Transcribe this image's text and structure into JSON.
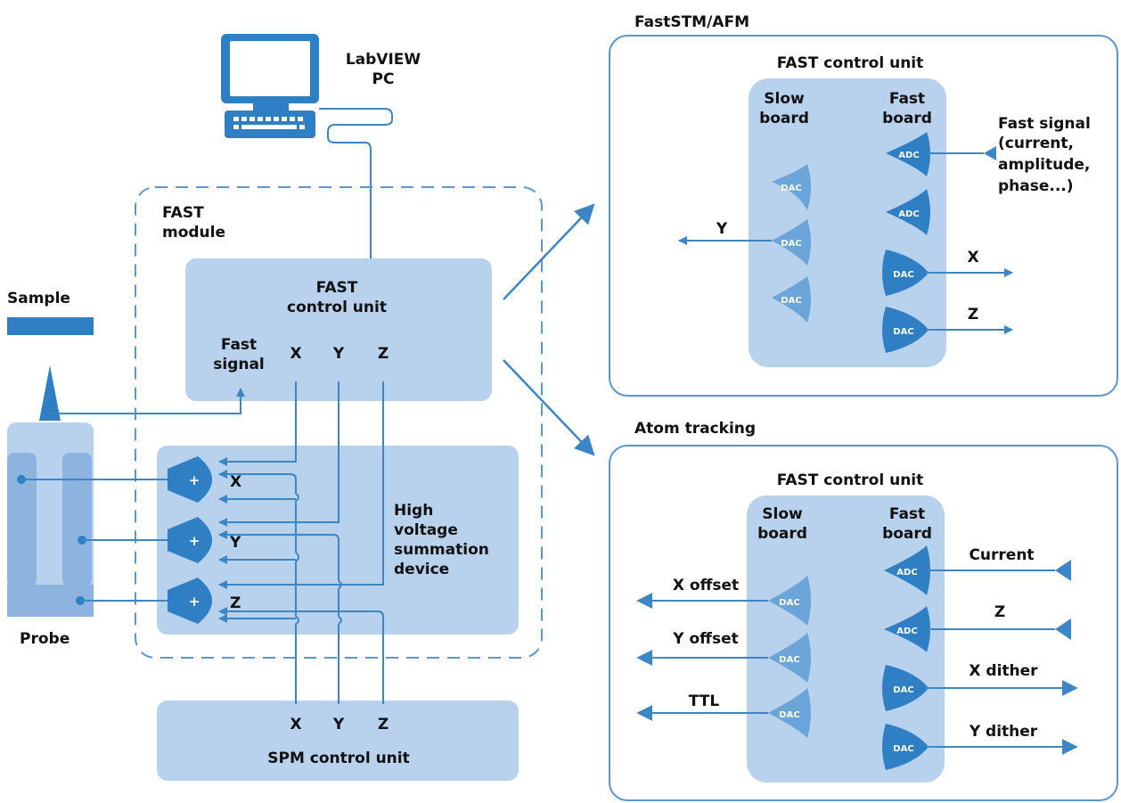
{
  "colors": {
    "light_box": "#b8d1ec",
    "mid_box": "#8cb4df",
    "accent": "#2f7fc4",
    "line": "#3d86c6",
    "dac_faint": "#6aa4d8"
  },
  "pc": {
    "label_line1": "LabVIEW",
    "label_line2": "PC",
    "icon": "computer-icon"
  },
  "fast_module": {
    "label_line1": "FAST",
    "label_line2": "module"
  },
  "sample": {
    "label": "Sample"
  },
  "probe": {
    "label": "Probe"
  },
  "control_unit": {
    "title_line1": "FAST",
    "title_line2": "control unit",
    "fast_signal_line1": "Fast",
    "fast_signal_line2": "signal",
    "x": "X",
    "y": "Y",
    "z": "Z"
  },
  "hv_device": {
    "line1": "High",
    "line2": "voltage",
    "line3": "summation",
    "line4": "device",
    "amp_symbol": "+",
    "x": "X",
    "y": "Y",
    "z": "Z"
  },
  "spm": {
    "title": "SPM control unit",
    "x": "X",
    "y": "Y",
    "z": "Z"
  },
  "faststm": {
    "panel_title": "FastSTM/AFM",
    "unit_title": "FAST control unit",
    "slow_line1": "Slow",
    "slow_line2": "board",
    "fast_line1": "Fast",
    "fast_line2": "board",
    "dac": "DAC",
    "adc": "ADC",
    "y_out": "Y",
    "x_out": "X",
    "z_out": "Z",
    "signal_line1": "Fast signal",
    "signal_line2": "(current,",
    "signal_line3": "amplitude,",
    "signal_line4": "phase...)"
  },
  "atom": {
    "panel_title": "Atom tracking",
    "unit_title": "FAST control unit",
    "slow_line1": "Slow",
    "slow_line2": "board",
    "fast_line1": "Fast",
    "fast_line2": "board",
    "dac": "DAC",
    "adc": "ADC",
    "x_offset": "X offset",
    "y_offset": "Y offset",
    "ttl": "TTL",
    "current": "Current",
    "z": "Z",
    "x_dither": "X dither",
    "y_dither": "Y dither"
  }
}
